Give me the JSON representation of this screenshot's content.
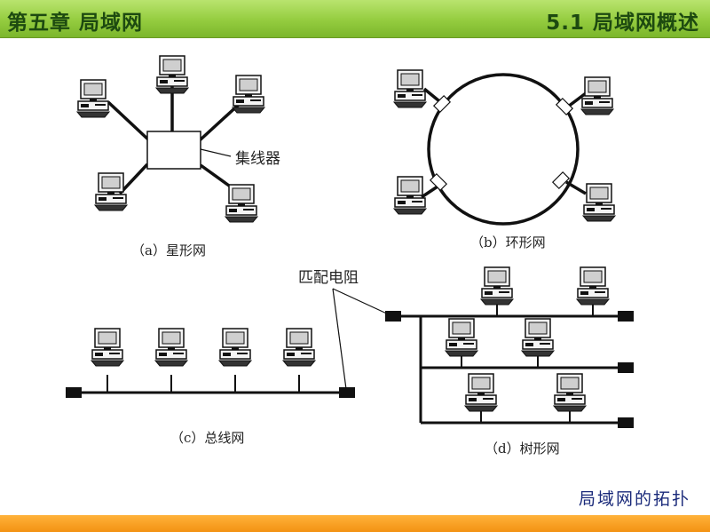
{
  "header": {
    "chapter": "第五章 局域网",
    "section": "5.1 局域网概述"
  },
  "diagram": {
    "star_caption": "（a）星形网",
    "hub_label": "集线器",
    "ring_caption": "（b）环形网",
    "terminator_label": "匹配电阻",
    "bus_caption": "（c）总线网",
    "tree_caption": "（d）树形网"
  },
  "footer": {
    "title": "局域网的拓扑"
  },
  "colors": {
    "header_green": "#94cc3f",
    "footer_orange": "#f39213",
    "caption_text": "#222222",
    "footer_title_text": "#1a2a7a"
  }
}
